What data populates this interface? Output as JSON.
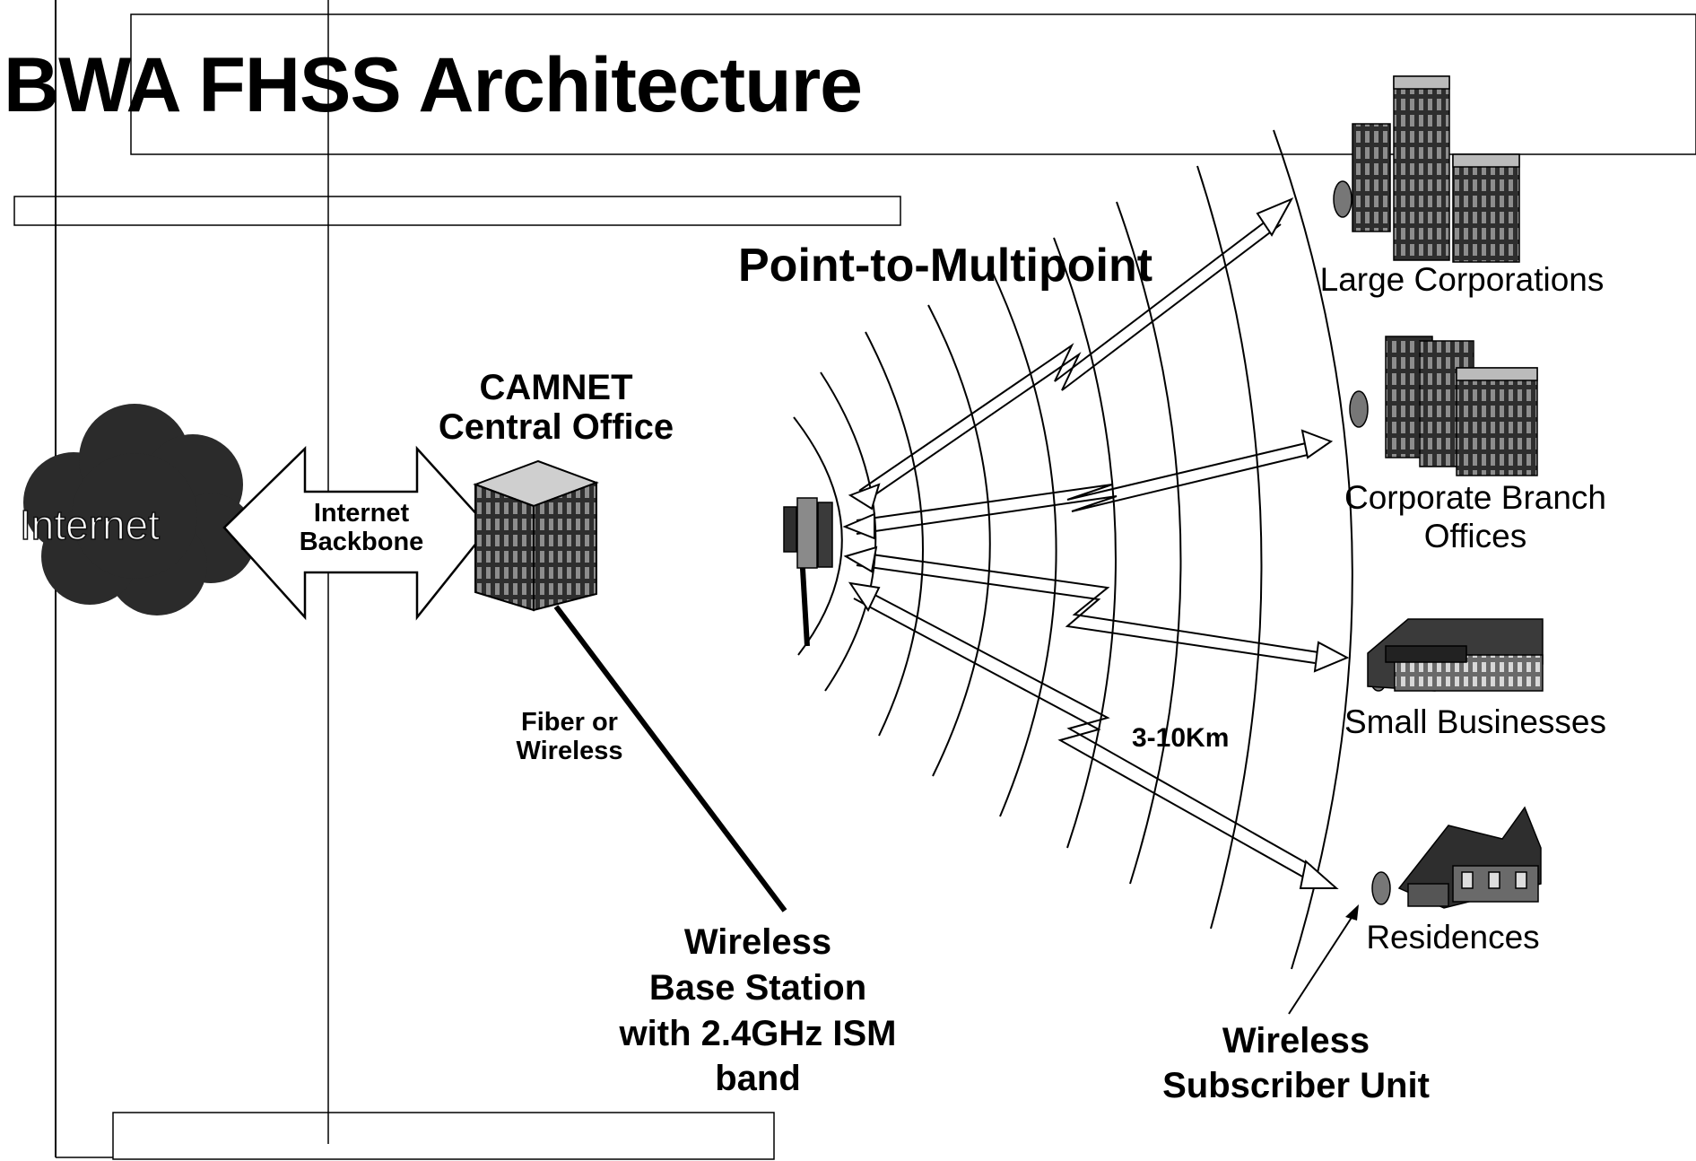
{
  "title": "BWA FHSS Architecture",
  "topology_label": "Point-to-Multipoint",
  "central_office": {
    "line1": "CAMNET",
    "line2": "Central Office"
  },
  "internet": {
    "label": "Internet"
  },
  "backbone": {
    "line1": "Internet",
    "line2": "Backbone"
  },
  "link": {
    "line1": "Fiber or",
    "line2": "Wireless"
  },
  "base_station": {
    "line1": "Wireless",
    "line2": "Base Station",
    "line3": "with 2.4GHz ISM",
    "line4": "band"
  },
  "distance": "3-10Km",
  "subscribers": {
    "large": "Large Corporations",
    "branch_line1": "Corporate Branch",
    "branch_line2": "Offices",
    "small": "Small Businesses",
    "residences": "Residences"
  },
  "subscriber_unit": {
    "line1": "Wireless",
    "line2": "Subscriber Unit"
  },
  "colors": {
    "cloud": "#2b2b2b",
    "building_dark": "#333333",
    "building_mid": "#777777",
    "line": "#000000"
  }
}
